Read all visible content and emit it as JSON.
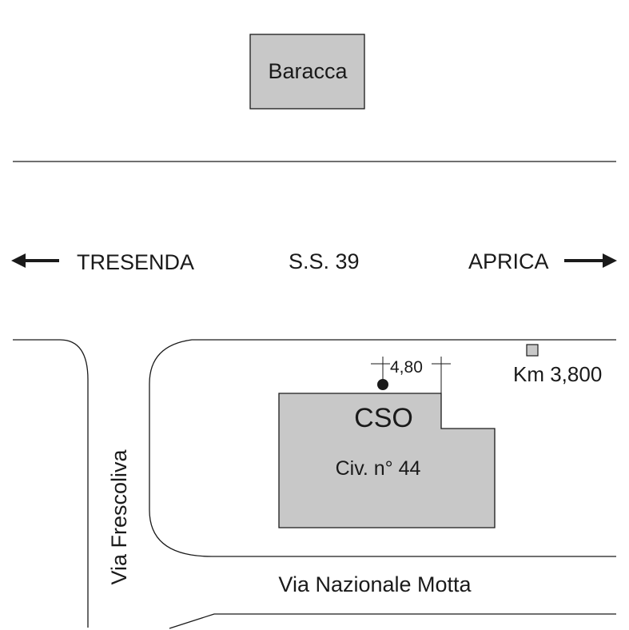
{
  "colors": {
    "building_fill": "#c8c8c8",
    "line": "#1a1a1a",
    "background": "#ffffff"
  },
  "labels": {
    "baracca": "Baracca",
    "tresenda": "TRESENDA",
    "road_code": "S.S. 39",
    "aprica": "APRICA",
    "distance": "4,80",
    "km_marker": "Km 3,800",
    "cso": "CSO",
    "civic": "Civ. n° 44",
    "via_frescoliva": "Via Frescoliva",
    "via_nazionale": "Via Nazionale Motta"
  },
  "icons": {
    "left_arrow": "arrow-left-icon",
    "right_arrow": "arrow-right-icon",
    "point_marker": "dot-marker-icon",
    "km_marker": "square-marker-icon"
  }
}
